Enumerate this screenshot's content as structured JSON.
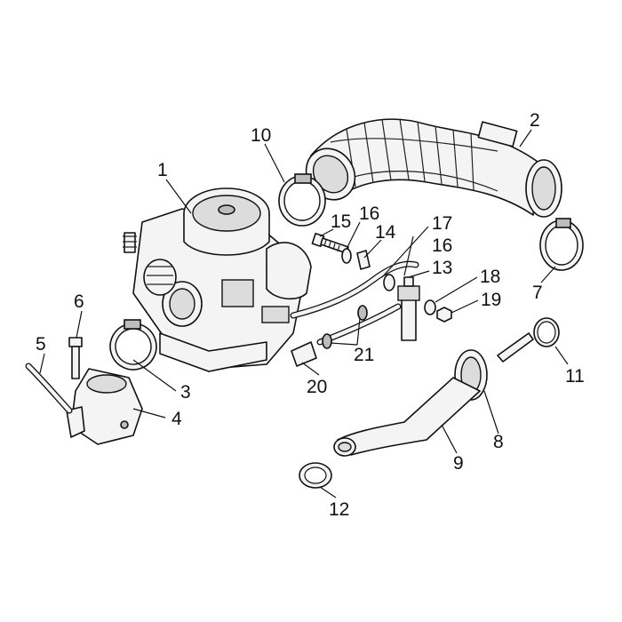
{
  "callouts": [
    {
      "id": "c1",
      "text": "1"
    },
    {
      "id": "c2",
      "text": "2"
    },
    {
      "id": "c3",
      "text": "3"
    },
    {
      "id": "c4",
      "text": "4"
    },
    {
      "id": "c5",
      "text": "5"
    },
    {
      "id": "c6",
      "text": "6"
    },
    {
      "id": "c7",
      "text": "7"
    },
    {
      "id": "c8",
      "text": "8"
    },
    {
      "id": "c9",
      "text": "9"
    },
    {
      "id": "c10",
      "text": "10"
    },
    {
      "id": "c11",
      "text": "11"
    },
    {
      "id": "c12",
      "text": "12"
    },
    {
      "id": "c13",
      "text": "13"
    },
    {
      "id": "c14",
      "text": "14"
    },
    {
      "id": "c15",
      "text": "15"
    },
    {
      "id": "c16a",
      "text": "16"
    },
    {
      "id": "c16b",
      "text": "16"
    },
    {
      "id": "c17",
      "text": "17"
    },
    {
      "id": "c18",
      "text": "18"
    },
    {
      "id": "c19",
      "text": "19"
    },
    {
      "id": "c20",
      "text": "20"
    },
    {
      "id": "c21",
      "text": "21"
    }
  ]
}
